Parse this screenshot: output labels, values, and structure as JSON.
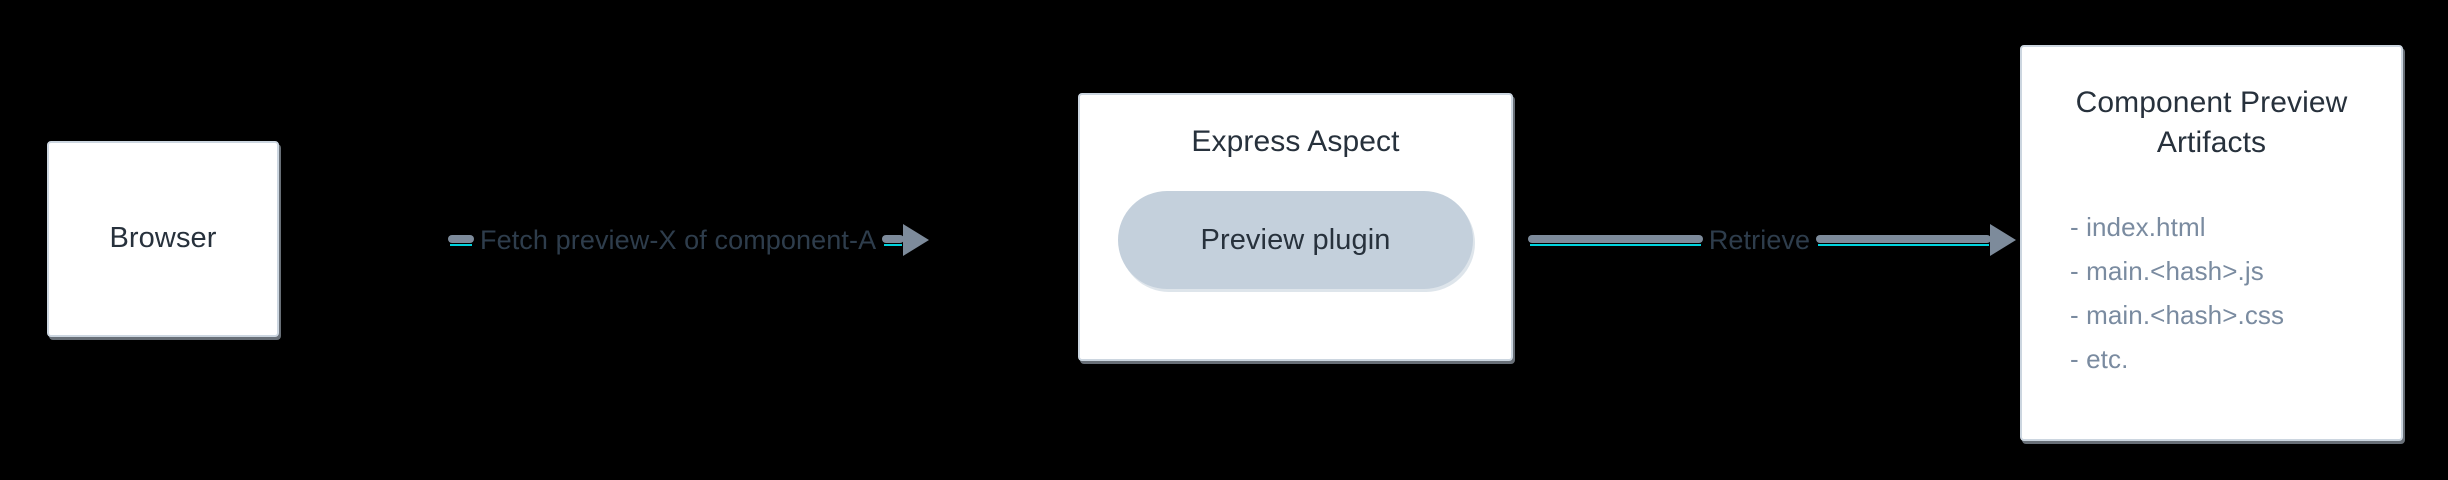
{
  "diagram": {
    "background_color": "#000000",
    "node_border_color": "#ccd6e0",
    "node_fill_color": "#ffffff",
    "edge_color": "#7d8b9b",
    "edge_accent_color": "#00d2dd",
    "title_text_color": "#27313c",
    "list_text_color": "#7a8ba0",
    "nodes": {
      "browser": {
        "label": "Browser"
      },
      "express_aspect": {
        "title": "Express Aspect",
        "plugin_label": "Preview plugin",
        "plugin_fill_color": "#c4d0dc"
      },
      "artifacts": {
        "title": "Component Preview\nArtifacts",
        "items": [
          "- index.html",
          "- main.<hash>.js",
          "- main.<hash>.css",
          "- etc."
        ]
      }
    },
    "edges": {
      "fetch": {
        "label": "Fetch preview-X of component-A",
        "from": "Browser",
        "to": "Express Aspect",
        "arrowhead": "right-triangle-icon"
      },
      "retrieve": {
        "label": "Retrieve",
        "from": "Express Aspect",
        "to": "Component Preview Artifacts",
        "arrowhead": "right-triangle-icon"
      }
    }
  }
}
